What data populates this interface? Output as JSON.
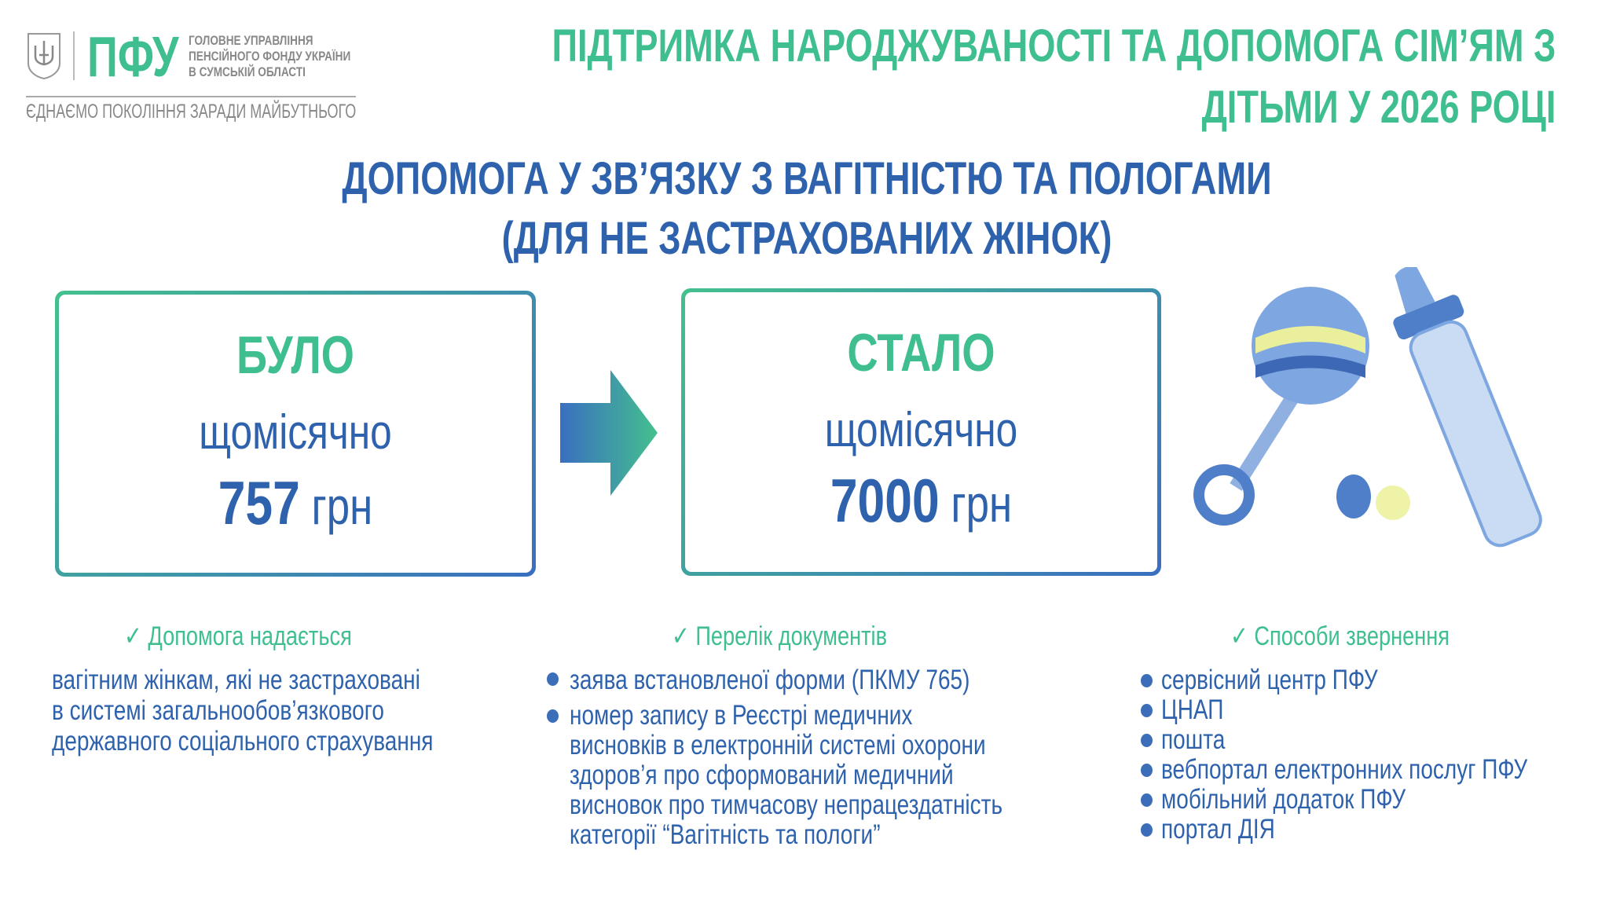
{
  "header": {
    "logo_text": "ПФУ",
    "org_lines": [
      "ГОЛОВНЕ УПРАВЛІННЯ",
      "ПЕНСІЙНОГО ФОНДУ УКРАЇНИ",
      "В СУМСЬКІЙ ОБЛАСТІ"
    ],
    "slogan": "ЄДНАЄМО ПОКОЛІННЯ ЗАРАДИ МАЙБУТНЬОГО",
    "title_lines": [
      "ПІДТРИМКА НАРОДЖУВАНОСТІ ТА ДОПОМОГА СІМ’ЯМ З",
      "ДІТЬМИ  У 2026 РОЦІ"
    ]
  },
  "subtitle_lines": [
    "ДОПОМОГА У ЗВ’ЯЗКУ З ВАГІТНІСТЮ ТА ПОЛОГАМИ",
    "(ДЛЯ НЕ ЗАСТРАХОВАНИХ ЖІНОК)"
  ],
  "before": {
    "title": "БУЛО",
    "period": "щомісячно",
    "amount": "757",
    "currency": "грн"
  },
  "after": {
    "title": "СТАЛО",
    "period": "щомісячно",
    "amount": "7000",
    "currency": "грн"
  },
  "columns": {
    "who": {
      "header": "✓ Допомога надається",
      "lines": [
        "вагітним жінкам, які не застраховані",
        "в системі загальнообов’язкового",
        "державного соціального страхування"
      ]
    },
    "docs": {
      "header": "✓  Перелік документів",
      "items": [
        [
          "заява встановленої форми (ПКМУ 765)"
        ],
        [
          "номер запису в Реєстрі медичних",
          "висновків в електронній системі охорони",
          "здоров’я про сформований медичний",
          "висновок про тимчасову непрацездатність",
          "категорії “Вагітність та пологи”"
        ]
      ]
    },
    "ways": {
      "header": "✓ Способи звернення",
      "items": [
        "сервісний центр ПФУ",
        "ЦНАП",
        "пошта",
        "вебпортал електронних послуг ПФУ",
        "мобільний додаток ПФУ",
        "портал ДІЯ"
      ]
    }
  },
  "colors": {
    "green": "#3fbf8f",
    "blue": "#2f62ad"
  }
}
